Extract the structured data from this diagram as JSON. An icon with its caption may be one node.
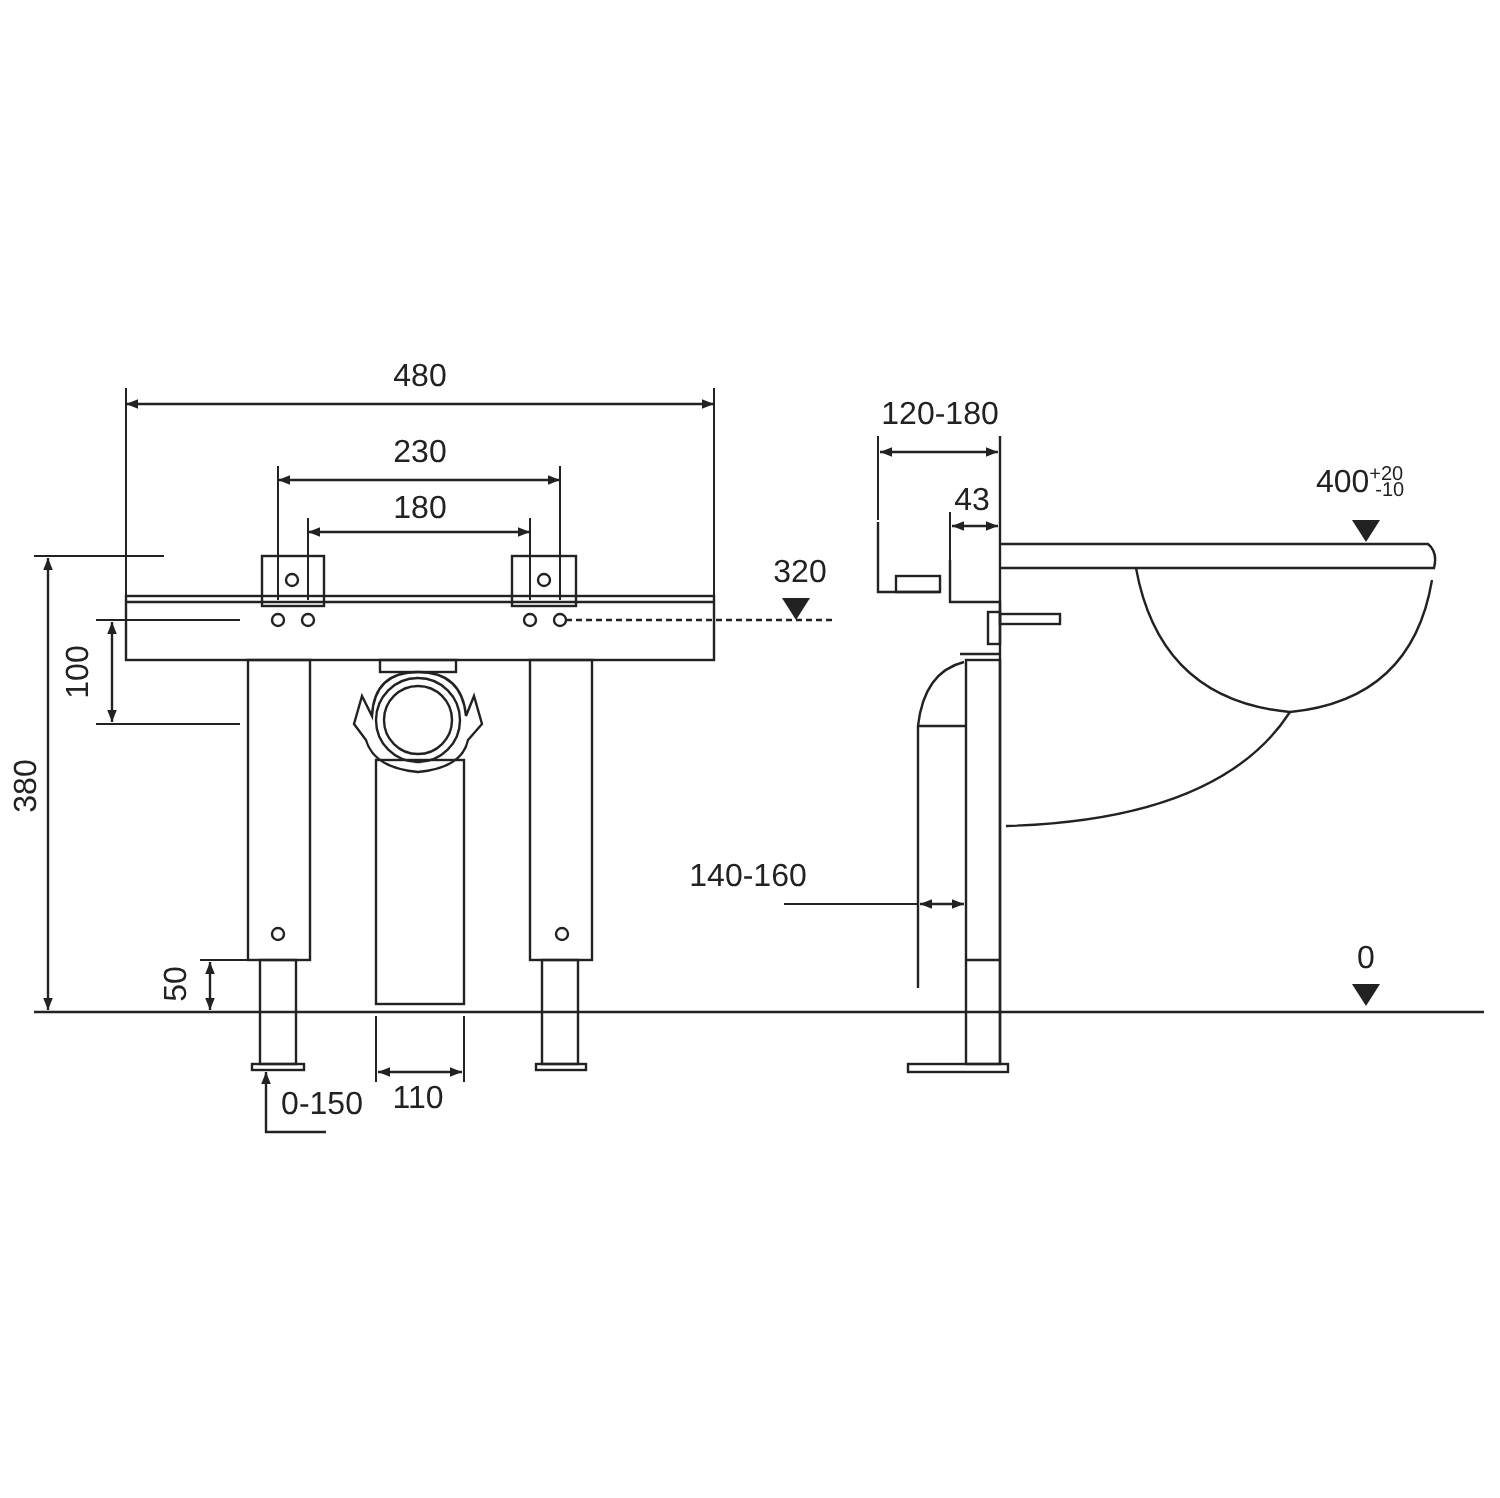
{
  "diagram": {
    "labels": [
      "480",
      "230",
      "180",
      "120-180",
      "43",
      "400$^{+20}$$_{-10}$",
      "320",
      "100",
      "380",
      "140-160",
      "0",
      "50",
      "0-150",
      "110"
    ]
  }
}
